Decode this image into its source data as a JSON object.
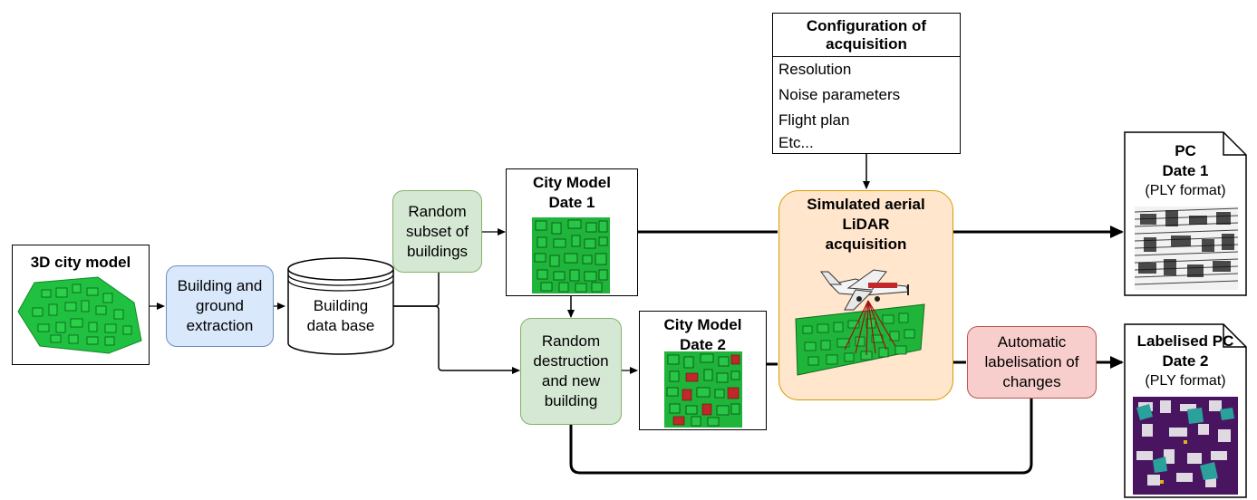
{
  "nodes": {
    "city_model_3d": {
      "title": "3D city model"
    },
    "building_extraction": {
      "lines": [
        "Building and",
        "ground",
        "extraction"
      ]
    },
    "building_db": {
      "lines": [
        "Building",
        "data base"
      ]
    },
    "random_subset": {
      "lines": [
        "Random",
        "subset of",
        "buildings"
      ]
    },
    "city_model_date1": {
      "lines": [
        "City Model",
        "Date 1"
      ]
    },
    "random_destruction": {
      "lines": [
        "Random",
        "destruction",
        "and new",
        "building"
      ]
    },
    "city_model_date2": {
      "lines": [
        "City Model",
        "Date 2"
      ]
    },
    "configuration": {
      "title_lines": [
        "Configuration of",
        "acquisition"
      ],
      "items": [
        "Resolution",
        "Noise parameters",
        "Flight plan",
        "Etc..."
      ]
    },
    "lidar_acquisition": {
      "lines": [
        "Simulated aerial",
        "LiDAR",
        "acquisition"
      ]
    },
    "automatic_labelisation": {
      "lines": [
        "Automatic",
        "labelisation of",
        "changes"
      ]
    },
    "pc_date1": {
      "title_lines": [
        "PC",
        "Date 1"
      ],
      "subtitle": "(PLY format)"
    },
    "labelised_pc_date2": {
      "title_lines": [
        "Labelised PC",
        "Date 2"
      ],
      "subtitle": "(PLY format)"
    }
  },
  "colors": {
    "blue_fill": "#dae8fc",
    "blue_stroke": "#6c8ebf",
    "green_fill": "#d5e8d4",
    "green_stroke": "#82b366",
    "orange_fill": "#ffe6cc",
    "orange_stroke": "#d79b00",
    "red_fill": "#f8cecc",
    "red_stroke": "#b85450",
    "city_green": "#22b43c",
    "change_red": "#c0282a",
    "labelised_purple": "#4a1560",
    "labelised_teal": "#2aa19a"
  }
}
